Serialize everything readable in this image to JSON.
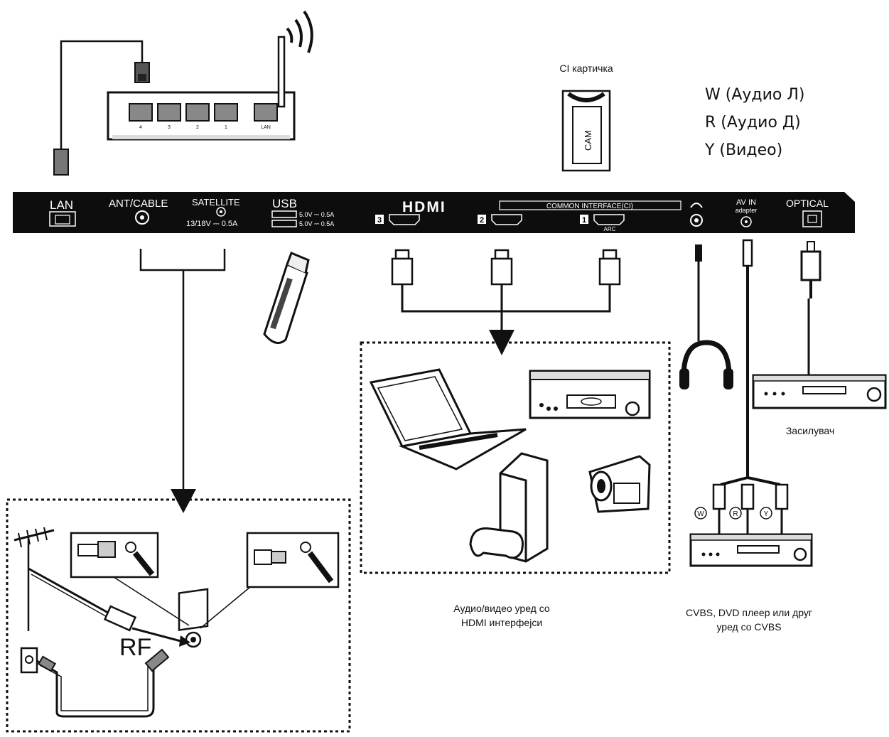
{
  "panel": {
    "lan": "LAN",
    "ant_cable": "ANT/CABLE",
    "satellite": "SATELLITE",
    "satellite_power": "13/18V ⎓ 0.5A",
    "usb": "USB",
    "usb_power_1": "5.0V ⎓ 0.5A",
    "usb_power_2": "5.0V ⎓ 0.5A",
    "hdmi_logo": "HDMI",
    "hdmi3_num": "3",
    "hdmi2_num": "2",
    "hdmi1_num": "1",
    "arc": "ARC",
    "common_interface": "COMMON INTERFACE(CI)",
    "av_in": "AV IN",
    "adapter": "adapter",
    "optical": "OPTICAL"
  },
  "router": {
    "port_labels": [
      "4",
      "3",
      "2",
      "1",
      "LAN"
    ]
  },
  "ci_card": {
    "title": "CI картичка",
    "label": "CAM"
  },
  "av_legend": [
    "W (Аудио Л)",
    "R (Аудио Д)",
    "Y (Видео)"
  ],
  "rca_labels": [
    "W",
    "R",
    "Y"
  ],
  "rf_label": "RF",
  "captions": {
    "hdmi_devices_line1": "Аудио/видео уред со",
    "hdmi_devices_line2": "HDMI интерфејси",
    "amplifier": "Засилувач",
    "cvbs_line1": "CVBS, DVD плеер или друг",
    "cvbs_line2": "уред со CVBS"
  },
  "colors": {
    "panel_bg": "#0d0d0d",
    "line": "#111111",
    "device_fill": "#ffffff"
  }
}
